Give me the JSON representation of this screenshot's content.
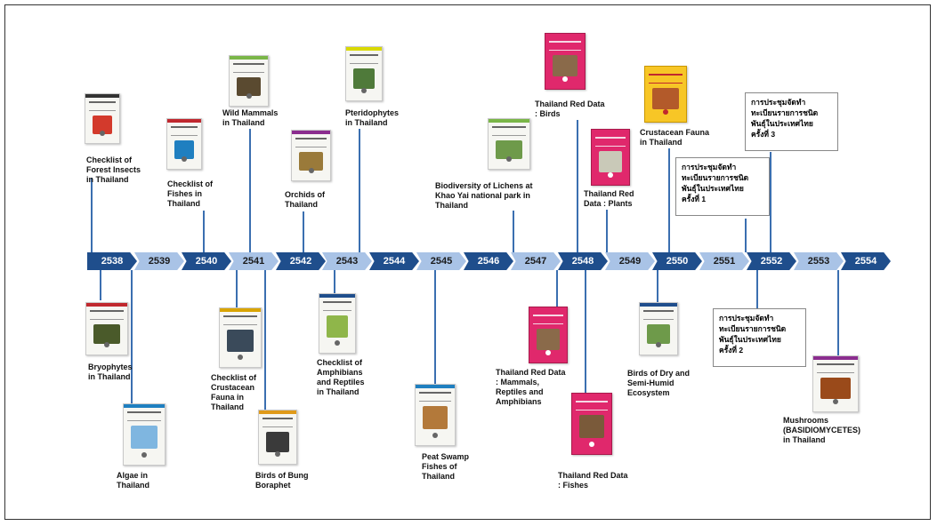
{
  "years": [
    "2538",
    "2539",
    "2540",
    "2541",
    "2542",
    "2543",
    "2544",
    "2545",
    "2546",
    "2547",
    "2548",
    "2549",
    "2550",
    "2551",
    "2552",
    "2553",
    "2554"
  ],
  "publications": {
    "forest_insects": "Checklist of\nForest Insects\nin Thailand",
    "bryophytes": "Bryophytes\nin Thailand",
    "algae": "Algae in\nThailand",
    "fishes": "Checklist of\nFishes in\nThailand",
    "wild_mammals": "Wild Mammals\nin Thailand",
    "crustacean_checklist": "Checklist of\nCrustacean\nFauna in\nThailand",
    "birds_bung_boraphet": "Birds of Bung\nBoraphet",
    "orchids": "Orchids of\nThailand",
    "pteridophytes": "Pteridophytes\nin Thailand",
    "amphibians_reptiles": "Checklist of\nAmphibians\nand Reptiles\nin Thailand",
    "peat_swamp": "Peat Swamp\nFishes of\nThailand",
    "lichens": "Biodiversity of Lichens at\nKhao Yai national park in\nThailand",
    "red_mammals": "Thailand Red Data\n: Mammals,\nReptiles and\nAmphibians",
    "red_birds": "Thailand Red Data\n: Birds",
    "red_fishes": "Thailand Red Data\n: Fishes",
    "red_plants": "Thailand Red\nData : Plants",
    "crustacean_fauna": "Crustacean Fauna\nin Thailand",
    "birds_dry": "Birds of Dry and\nSemi-Humid\nEcosystem",
    "mushrooms": "Mushrooms\n(BASIDIOMYCETES)\nin Thailand"
  },
  "notes": {
    "meeting_1": "การประชุมจัดทำ\nทะเบียนรายการชนิด\nพันธุ์ในประเทศไทย\nครั้งที่ 1",
    "meeting_2": "การประชุมจัดทำ\nทะเบียนรายการชนิด\nพันธุ์ในประเทศไทย\nครั้งที่ 2",
    "meeting_3": "การประชุมจัดทำ\nทะเบียนรายการชนิด\nพันธุ์ในประเทศไทย\nครั้งที่ 3"
  },
  "colors": {
    "timeline_dark": "#1f4e8c",
    "timeline_light": "#a9c3e6",
    "connector": "#3b6fb0",
    "red_data_cover": "#e0286c",
    "crustacean_cover": "#f7c626"
  }
}
